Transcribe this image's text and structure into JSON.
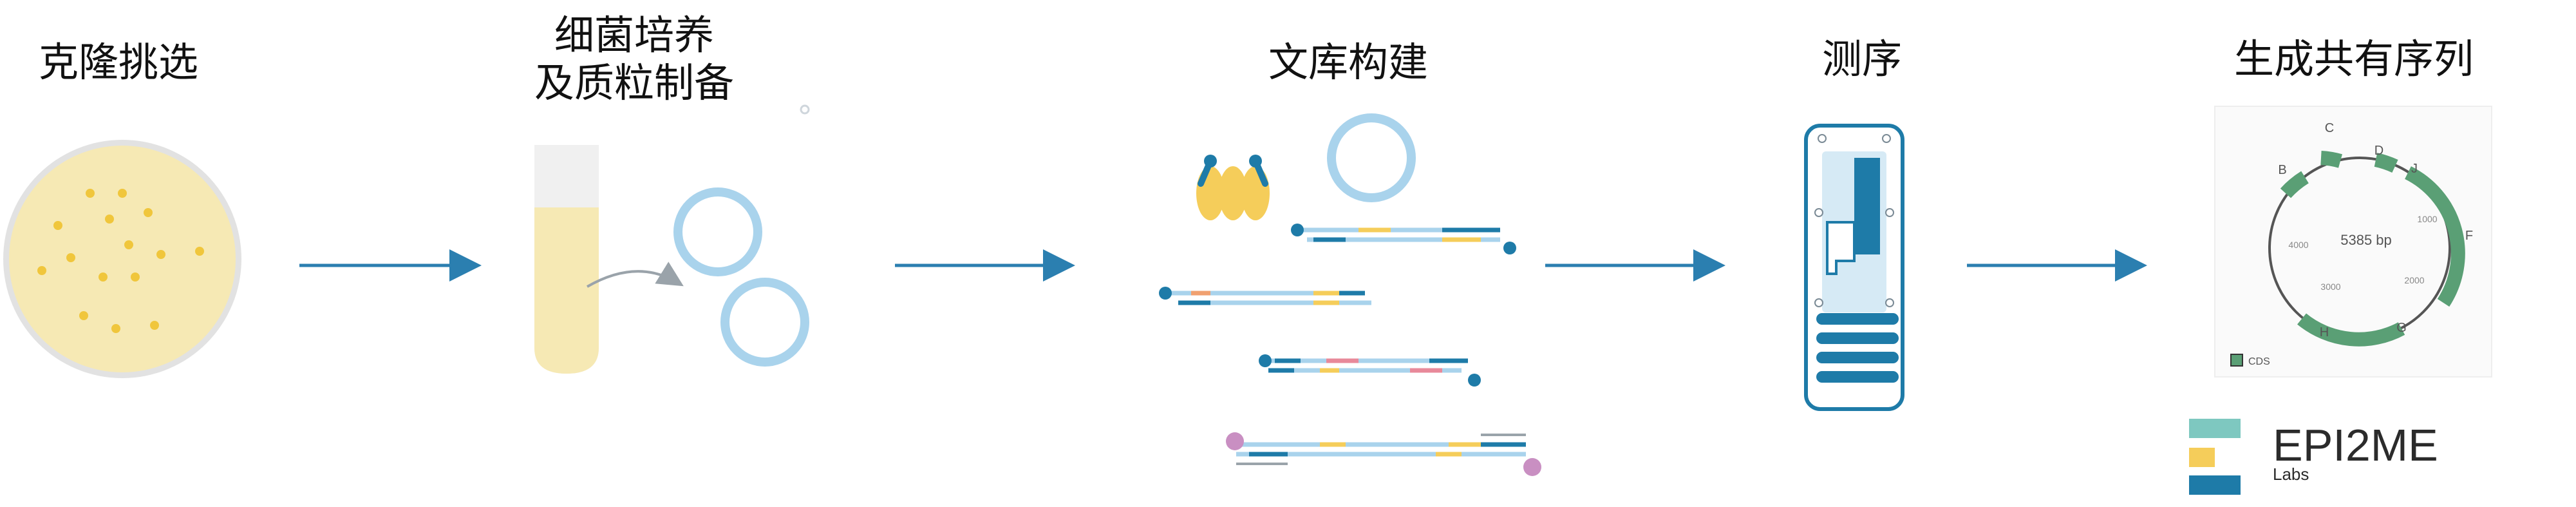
{
  "steps": [
    {
      "label": "克隆挑选"
    },
    {
      "label_line1": "细菌培养",
      "label_line2": "及质粒制备"
    },
    {
      "label": "文库构建"
    },
    {
      "label": "测序"
    },
    {
      "label": "生成共有序列"
    }
  ],
  "plasmid_map": {
    "size_label": "5385 bp",
    "features": [
      "C",
      "B",
      "D",
      "J",
      "F",
      "G",
      "H"
    ],
    "ticks": [
      "1000",
      "2000",
      "3000",
      "4000"
    ],
    "legend_label": "CDS"
  },
  "brand": {
    "name": "EPI2ME",
    "sub": "Labs"
  },
  "colors": {
    "arrow": "#2b7fb0",
    "plate": "#f6e9b4",
    "plasmid": "#a9d3ec",
    "cds": "#5a9f75",
    "blue": "#1e7ba8",
    "yellow": "#f5cd5a"
  }
}
